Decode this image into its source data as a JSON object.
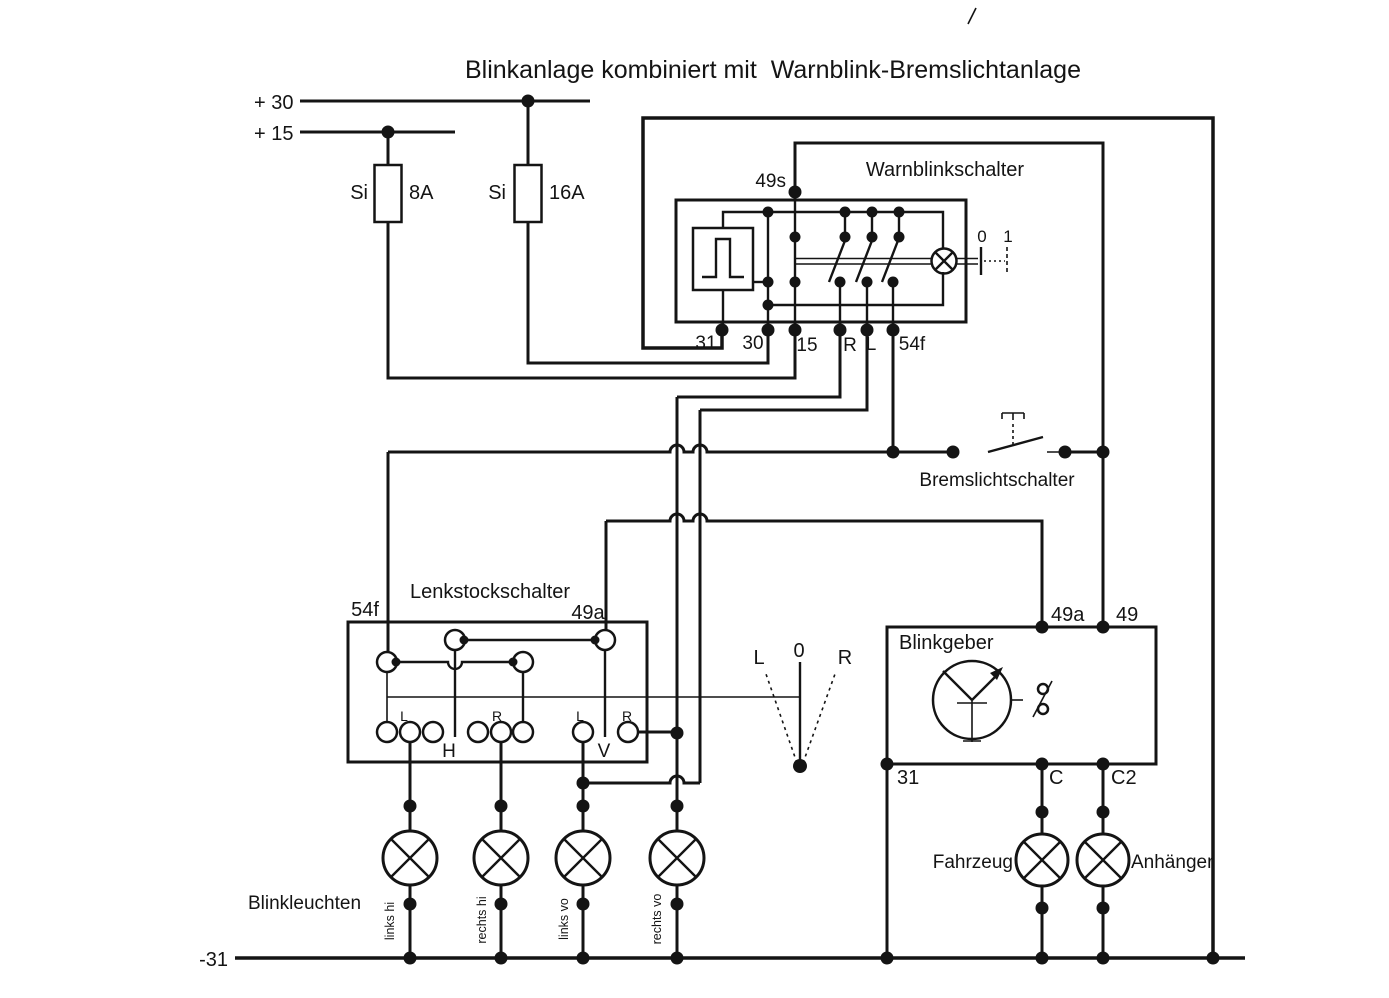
{
  "title": "Blinkanlage kombiniert mit  Warnblink-Bremslichtanlage",
  "power_rails": {
    "plus_30": "+ 30",
    "plus_15": "+ 15",
    "ground": "-31"
  },
  "fuses": {
    "fuse_8a": {
      "label": "Si",
      "rating": "8A"
    },
    "fuse_16a": {
      "label": "Si",
      "rating": "16A"
    }
  },
  "warnblinkschalter": {
    "title": "Warnblinkschalter",
    "terminal_49s": "49s",
    "position_0": "0",
    "position_1": "1",
    "terminals": {
      "t31": "31",
      "t30": "30",
      "t15": "15",
      "tR": "R",
      "tL": "L",
      "t54f": "54f"
    }
  },
  "bremslichtschalter": {
    "label": "Bremslichtschalter"
  },
  "lenkstockschalter": {
    "title": "Lenkstockschalter",
    "terminal_54f": "54f",
    "terminal_49a": "49a",
    "contact_l_rear": "L",
    "contact_r_rear": "R",
    "contact_l_front": "L",
    "contact_r_front": "R",
    "group_rear": "H",
    "group_front": "V"
  },
  "lever_indicator": {
    "left": "L",
    "neutral": "0",
    "right": "R"
  },
  "blinkgeber": {
    "title": "Blinkgeber",
    "terminal_49a": "49a",
    "terminal_49": "49",
    "terminal_31": "31",
    "terminal_c": "C",
    "terminal_c2": "C2"
  },
  "lamps": {
    "section_label": "Blinkleuchten",
    "links_hi": "links hi",
    "rechts_hi": "rechts hi",
    "links_vo": "links vo",
    "rechts_vo": "rechts vo",
    "fahrzeug": "Fahrzeug",
    "anhaenger": "Anhänger"
  },
  "colors": {
    "ink": "#141414",
    "paper": "#ffffff"
  }
}
